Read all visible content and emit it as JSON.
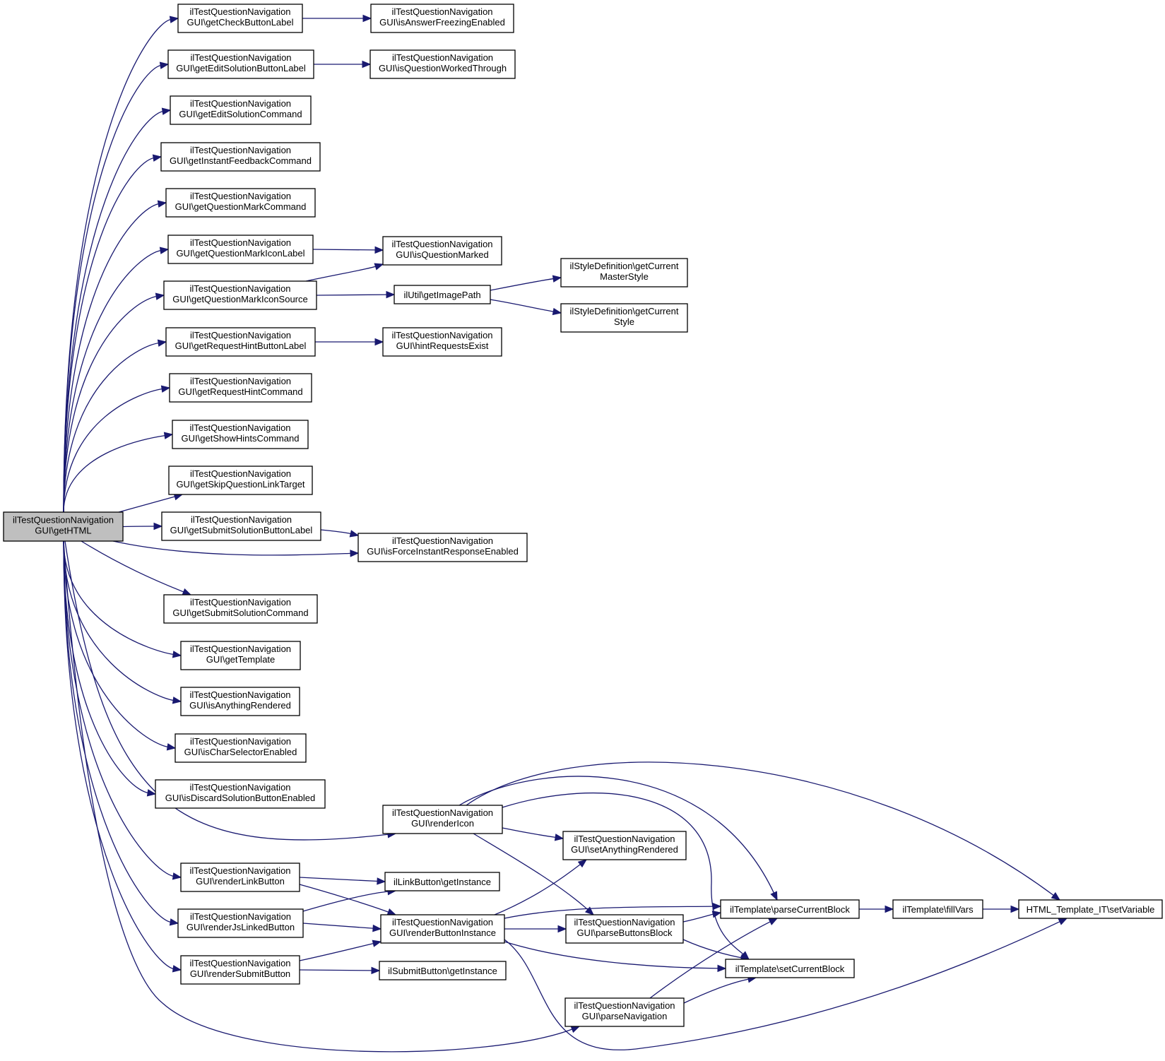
{
  "nodes": {
    "root": [
      "ilTestQuestionNavigation",
      "GUI\\getHTML"
    ],
    "getCheckButtonLabel": [
      "ilTestQuestionNavigation",
      "GUI\\getCheckButtonLabel"
    ],
    "getEditSolutionButtonLabel": [
      "ilTestQuestionNavigation",
      "GUI\\getEditSolutionButtonLabel"
    ],
    "getEditSolutionCommand": [
      "ilTestQuestionNavigation",
      "GUI\\getEditSolutionCommand"
    ],
    "getInstantFeedbackCommand": [
      "ilTestQuestionNavigation",
      "GUI\\getInstantFeedbackCommand"
    ],
    "getQuestionMarkCommand": [
      "ilTestQuestionNavigation",
      "GUI\\getQuestionMarkCommand"
    ],
    "getQuestionMarkIconLabel": [
      "ilTestQuestionNavigation",
      "GUI\\getQuestionMarkIconLabel"
    ],
    "getQuestionMarkIconSource": [
      "ilTestQuestionNavigation",
      "GUI\\getQuestionMarkIconSource"
    ],
    "getRequestHintButtonLabel": [
      "ilTestQuestionNavigation",
      "GUI\\getRequestHintButtonLabel"
    ],
    "getRequestHintCommand": [
      "ilTestQuestionNavigation",
      "GUI\\getRequestHintCommand"
    ],
    "getShowHintsCommand": [
      "ilTestQuestionNavigation",
      "GUI\\getShowHintsCommand"
    ],
    "getSkipQuestionLinkTarget": [
      "ilTestQuestionNavigation",
      "GUI\\getSkipQuestionLinkTarget"
    ],
    "getSubmitSolutionButtonLabel": [
      "ilTestQuestionNavigation",
      "GUI\\getSubmitSolutionButtonLabel"
    ],
    "getSubmitSolutionCommand": [
      "ilTestQuestionNavigation",
      "GUI\\getSubmitSolutionCommand"
    ],
    "getTemplate": [
      "ilTestQuestionNavigation",
      "GUI\\getTemplate"
    ],
    "isAnythingRendered": [
      "ilTestQuestionNavigation",
      "GUI\\isAnythingRendered"
    ],
    "isCharSelectorEnabled": [
      "ilTestQuestionNavigation",
      "GUI\\isCharSelectorEnabled"
    ],
    "isDiscardSolutionButtonEnabled": [
      "ilTestQuestionNavigation",
      "GUI\\isDiscardSolutionButtonEnabled"
    ],
    "renderLinkButton": [
      "ilTestQuestionNavigation",
      "GUI\\renderLinkButton"
    ],
    "renderJsLinkedButton": [
      "ilTestQuestionNavigation",
      "GUI\\renderJsLinkedButton"
    ],
    "renderSubmitButton": [
      "ilTestQuestionNavigation",
      "GUI\\renderSubmitButton"
    ],
    "isAnswerFreezingEnabled": [
      "ilTestQuestionNavigation",
      "GUI\\isAnswerFreezingEnabled"
    ],
    "isQuestionWorkedThrough": [
      "ilTestQuestionNavigation",
      "GUI\\isQuestionWorkedThrough"
    ],
    "isQuestionMarked": [
      "ilTestQuestionNavigation",
      "GUI\\isQuestionMarked"
    ],
    "getImagePath": [
      "ilUtil\\getImagePath"
    ],
    "hintRequestsExist": [
      "ilTestQuestionNavigation",
      "GUI\\hintRequestsExist"
    ],
    "isForceInstantResponseEnabled": [
      "ilTestQuestionNavigation",
      "GUI\\isForceInstantResponseEnabled"
    ],
    "renderIcon": [
      "ilTestQuestionNavigation",
      "GUI\\renderIcon"
    ],
    "linkGetInstance": [
      "ilLinkButton\\getInstance"
    ],
    "renderButtonInstance": [
      "ilTestQuestionNavigation",
      "GUI\\renderButtonInstance"
    ],
    "submitGetInstance": [
      "ilSubmitButton\\getInstance"
    ],
    "getCurrentMasterStyle": [
      "ilStyleDefinition\\getCurrent",
      "MasterStyle"
    ],
    "getCurrentStyle": [
      "ilStyleDefinition\\getCurrent",
      "Style"
    ],
    "setAnythingRendered": [
      "ilTestQuestionNavigation",
      "GUI\\setAnythingRendered"
    ],
    "parseButtonsBlock": [
      "ilTestQuestionNavigation",
      "GUI\\parseButtonsBlock"
    ],
    "parseNavigation": [
      "ilTestQuestionNavigation",
      "GUI\\parseNavigation"
    ],
    "parseCurrentBlock": [
      "ilTemplate\\parseCurrentBlock"
    ],
    "setCurrentBlock": [
      "ilTemplate\\setCurrentBlock"
    ],
    "fillVars": [
      "ilTemplate\\fillVars"
    ],
    "setVariable": [
      "HTML_Template_IT\\setVariable"
    ]
  }
}
